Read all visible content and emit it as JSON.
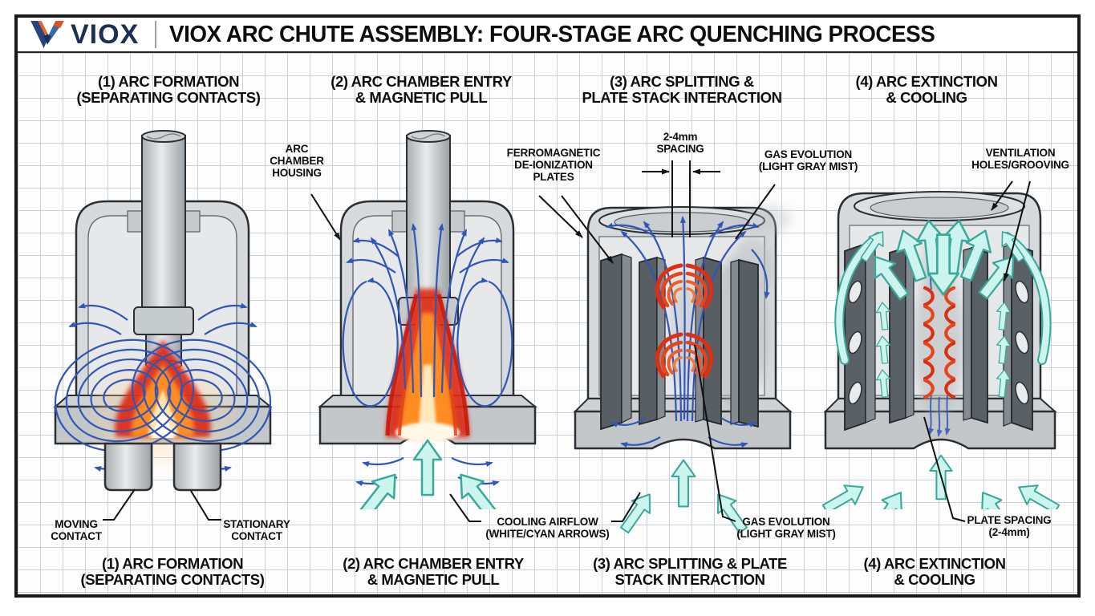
{
  "header": {
    "brand": "VIOX",
    "title": "VIOX ARC CHUTE ASSEMBLY: FOUR-STAGE ARC QUENCHING PROCESS"
  },
  "panels": [
    {
      "id": 1,
      "top_title": "(1) ARC FORMATION\n(SEPARATING CONTACTS)",
      "bottom_caption": "(1) ARC FORMATION\n(SEPARATING CONTACTS)"
    },
    {
      "id": 2,
      "top_title": "(2) ARC CHAMBER ENTRY\n& MAGNETIC PULL",
      "bottom_caption": "(2) ARC CHAMBER ENTRY\n& MAGNETIC PULL"
    },
    {
      "id": 3,
      "top_title": "(3) ARC SPLITTING &\nPLATE STACK INTERACTION",
      "bottom_caption": "(3) ARC SPLITTING & PLATE\nSTACK INTERACTION"
    },
    {
      "id": 4,
      "top_title": "(4) ARC EXTINCTION\n& COOLING",
      "bottom_caption": "(4) ARC EXTINCTION\n& COOLING"
    }
  ],
  "annotations": {
    "arc_chamber_housing": "ARC\nCHAMBER\nHOUSING",
    "ferromagnetic_plates": "FERROMAGNETIC\nDE-IONIZATION\nPLATES",
    "spacing_dim": "2-4mm\nSPACING",
    "gas_evolution_top": "GAS EVOLUTION\n(LIGHT GRAY MIST)",
    "ventilation": "VENTILATION\nHOLES/GROOVING",
    "moving_contact": "MOVING\nCONTACT",
    "stationary_contact": "STATIONARY\nCONTACT",
    "cooling_airflow": "COOLING AIRFLOW\n(WHITE/CYAN ARROWS)",
    "gas_evolution_bottom": "GAS EVOLUTION\n(LIGHT GRAY MIST)",
    "plate_spacing": "PLATE SPACING\n(2-4mm)"
  },
  "colors": {
    "brand_navy": "#1c2f55",
    "brand_orange": "#e85b25",
    "arc_red": "#dd2b12",
    "arc_orange": "#ff8c22",
    "field_blue": "#3156b5",
    "airflow_cyan_fill": "#cdf5ef",
    "airflow_cyan_stroke": "#3aa99b",
    "housing_gray": "#d7dadc",
    "plate_gray": "#575e64",
    "grid_line": "#c9d3dd"
  }
}
